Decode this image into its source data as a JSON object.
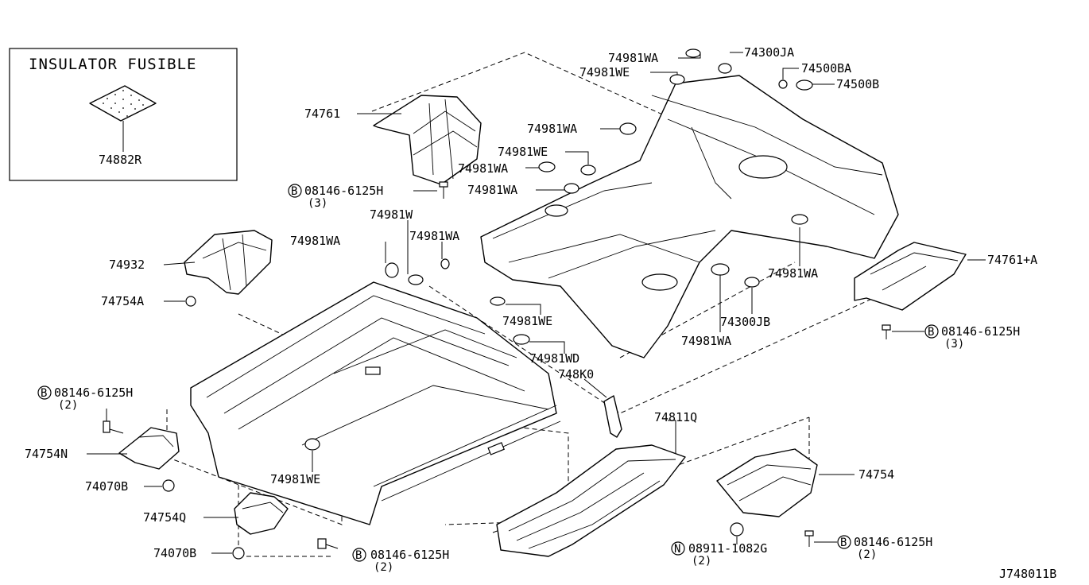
{
  "diagram_code": "J748011B",
  "inset": {
    "title": "INSULATOR FUSIBLE",
    "part": "74882R"
  },
  "labels": {
    "p74761": "74761",
    "p74761a": "74761+A",
    "p74932": "74932",
    "p74754a": "74754A",
    "p74754n": "74754N",
    "p74754q": "74754Q",
    "p74754": "74754",
    "p74070b_1": "74070B",
    "p74070b_2": "74070B",
    "p74300ja": "74300JA",
    "p74300jb": "74300JB",
    "p74500ba": "74500BA",
    "p74500b": "74500B",
    "p74811q": "74811Q",
    "p748k0": "748K0",
    "p74981w": "74981W",
    "wa_1": "74981WA",
    "wa_2": "74981WA",
    "wa_3": "74981WA",
    "wa_4": "74981WA",
    "wa_5": "74981WA",
    "wa_6": "74981WA",
    "wa_7": "74981WA",
    "wa_8": "74981WA",
    "we_1": "74981WE",
    "we_2": "74981WE",
    "we_3": "74981WE",
    "we_4": "74981WE",
    "wd_1": "74981WD"
  },
  "bolts": {
    "b_top": {
      "symbol": "B",
      "number": "08146-6125H",
      "qty": "(3)"
    },
    "b_right": {
      "symbol": "B",
      "number": "08146-6125H",
      "qty": "(3)"
    },
    "b_left": {
      "symbol": "B",
      "number": "08146-6125H",
      "qty": "(2)"
    },
    "b_bottom": {
      "symbol": "B",
      "number": "08146-6125H",
      "qty": "(2)"
    },
    "b_br": {
      "symbol": "B",
      "number": "08146-6125H",
      "qty": "(2)"
    },
    "n_nut": {
      "symbol": "N",
      "number": "08911-1082G",
      "qty": "(2)"
    }
  }
}
